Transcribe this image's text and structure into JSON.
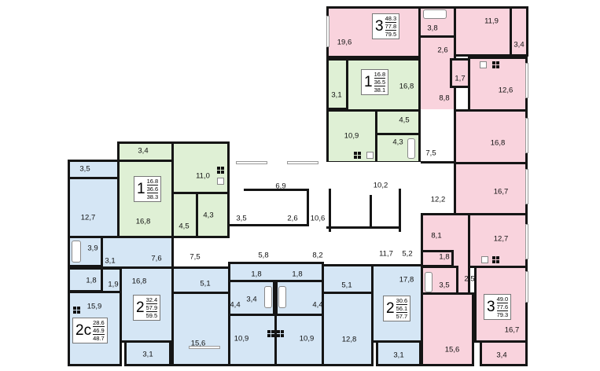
{
  "colors": {
    "three_room": "#f9d3dd",
    "one_room": "#dff0d5",
    "two_room": "#d5e6f5",
    "walls": "#151515"
  },
  "apartments": [
    {
      "rooms": "3",
      "living": "48.3",
      "total": "77.8",
      "total_with_balcony": "79.5",
      "areas": [
        "19,6",
        "3,8",
        "11,9",
        "3,4",
        "2,6",
        "1,7",
        "12,6",
        "8,8",
        "16,8"
      ]
    },
    {
      "rooms": "1",
      "living": "16.8",
      "total": "36.5",
      "total_with_balcony": "38.1",
      "areas": [
        "16,8",
        "3,1",
        "10,9",
        "4,5",
        "4,3"
      ]
    },
    {
      "rooms": "1",
      "living": "16.8",
      "total": "36.6",
      "total_with_balcony": "38.3",
      "areas": [
        "3,4",
        "16,8",
        "11,0",
        "4,5",
        "4,3"
      ]
    },
    {
      "rooms": "2с",
      "living": "28.6",
      "total": "46.9",
      "total_with_balcony": "48.7",
      "areas": [
        "3,5",
        "12,7",
        "3,9",
        "3,1",
        "7,6",
        "1,8",
        "1,9",
        "15,9"
      ]
    },
    {
      "rooms": "2",
      "living": "32.4",
      "total": "57.9",
      "total_with_balcony": "59.5",
      "areas": [
        "16,8",
        "5,1",
        "15,6",
        "3,1"
      ]
    },
    {
      "rooms": "",
      "living": "",
      "total": "",
      "total_with_balcony": "",
      "areas": [
        "1,8",
        "1,8",
        "3,4",
        "4,4",
        "4,4",
        "10,9",
        "10,9"
      ]
    },
    {
      "rooms": "2",
      "living": "30.6",
      "total": "56.1",
      "total_with_balcony": "57.7",
      "areas": [
        "5,1",
        "12,8",
        "17,8",
        "3,1"
      ]
    },
    {
      "rooms": "3",
      "living": "49.0",
      "total": "77.6",
      "total_with_balcony": "79.3",
      "areas": [
        "16,7",
        "12,2",
        "8,1",
        "12,7",
        "1,8",
        "3,5",
        "2,5",
        "15,6",
        "16,7",
        "3,4"
      ]
    }
  ],
  "common_areas": [
    "7,5",
    "6,9",
    "3,5",
    "2,6",
    "10,6",
    "10,2",
    "7,5",
    "5,8",
    "8,2",
    "11,7",
    "5,2"
  ]
}
